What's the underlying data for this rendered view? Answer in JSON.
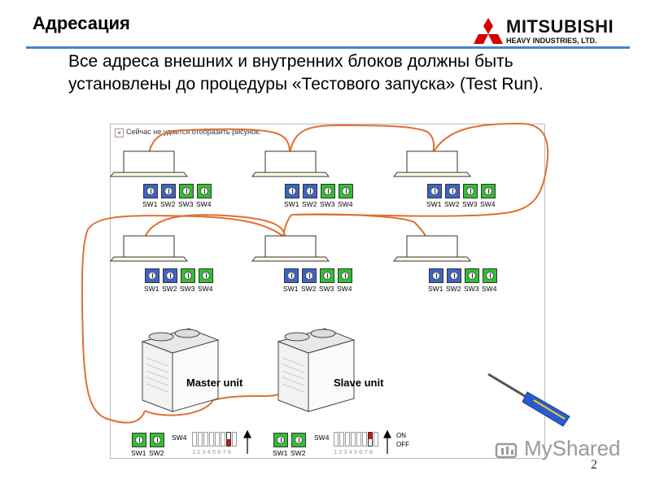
{
  "header": {
    "title": "Адресация",
    "logo_name": "MITSUBISHI",
    "logo_subtitle": "HEAVY INDUSTRIES, LTD."
  },
  "body": {
    "text": "Все адреса внешних и внутренних блоков должны быть установлены до процедуры «Тестового запуска» (Test Run)."
  },
  "diagram": {
    "image_error": "Сейчас не удается отобразить рисунок.",
    "switch_labels": [
      "SW1",
      "SW2",
      "SW3",
      "SW4"
    ],
    "outdoor_switch_labels": [
      "SW1",
      "SW2"
    ],
    "master_unit": "Master unit",
    "slave_unit": "Slave unit",
    "dip_label": "SW4",
    "dip_numbers": "1 2 3 4 5 6 7 8",
    "on_label": "ON",
    "off_label": "OFF",
    "colors": {
      "wire": "#e07030",
      "blue_switch": "#3a64c8",
      "green_switch": "#30c030",
      "dip_on": "#cc1111"
    }
  },
  "footer": {
    "watermark": "MyShared",
    "page_number": "2"
  }
}
